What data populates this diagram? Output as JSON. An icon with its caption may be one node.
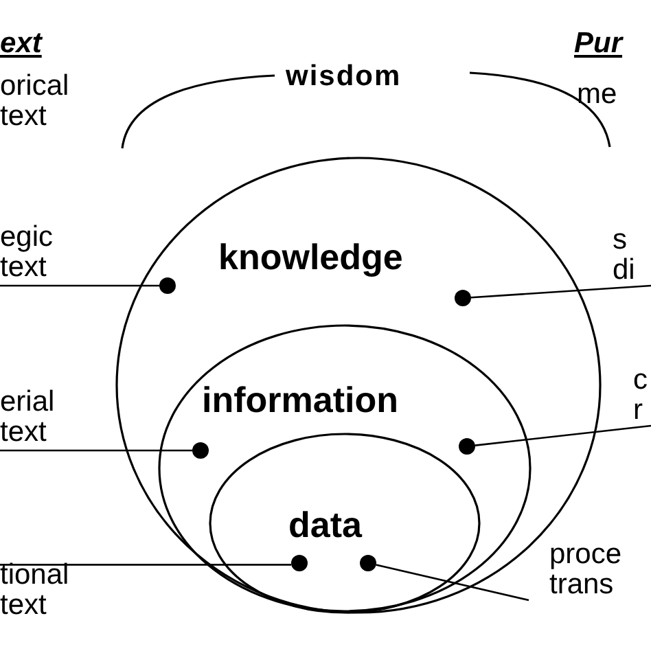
{
  "diagram": {
    "nodes": [
      {
        "text": [
          "knowledge"
        ]
      },
      {
        "text": [
          "information"
        ],
        "in": 0
      },
      {
        "text": [
          "data"
        ],
        "in": 1
      },
      {
        "text": [],
        "shape": "circle",
        "in": 0
      },
      {
        "text": [],
        "shape": "circle",
        "in": 0
      },
      {
        "text": [],
        "shape": "circle",
        "in": 1
      },
      {
        "text": [],
        "shape": "circle",
        "in": 1
      },
      {
        "text": [],
        "shape": "circle",
        "in": 2
      },
      {
        "text": [],
        "shape": "circle",
        "in": 2
      },
      {
        "text": [
          "orical text"
        ]
      },
      {
        "text": [
          "egic text"
        ]
      },
      {
        "text": [
          "erial text"
        ]
      },
      {
        "text": [
          "tional text"
        ]
      },
      {
        "text": [
          "me"
        ]
      },
      {
        "text": [
          "s di"
        ]
      },
      {
        "text": [
          "c r"
        ]
      },
      {
        "text": [
          "proce trans"
        ]
      }
    ],
    "edges": [
      {
        "from": 10,
        "to": 3,
        "arrow": "none"
      },
      {
        "from": 14,
        "to": 4,
        "arrow": "none"
      },
      {
        "from": 11,
        "to": 5,
        "arrow": "none"
      },
      {
        "from": 15,
        "to": 6,
        "arrow": "none"
      },
      {
        "from": 12,
        "to": 7,
        "arrow": "none"
      },
      {
        "from": 16,
        "to": 8,
        "arrow": "none"
      }
    ],
    "labels": [
      "ext",
      "Pur",
      "wisdom"
    ]
  }
}
